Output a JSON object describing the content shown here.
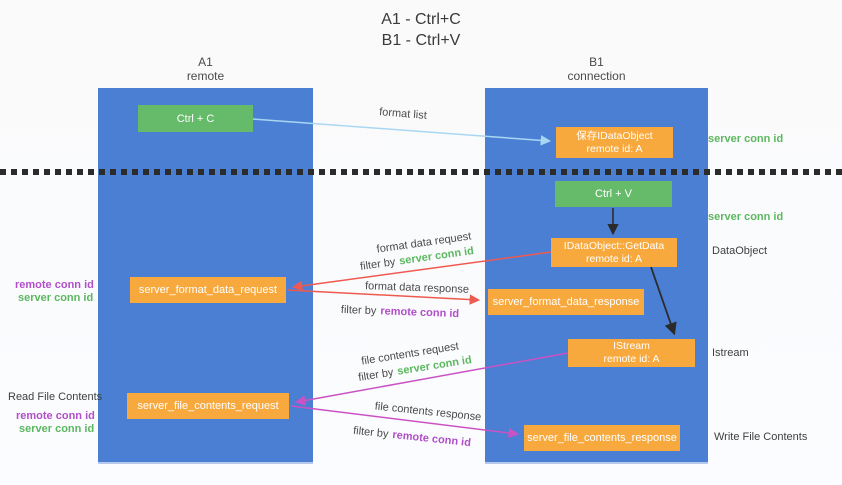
{
  "title": {
    "line1": "A1 - Ctrl+C",
    "line2": "B1 - Ctrl+V"
  },
  "columns": {
    "left": {
      "title": "A1",
      "subtitle": "remote"
    },
    "right": {
      "title": "B1",
      "subtitle": "connection"
    }
  },
  "nodes": {
    "ctrl_c": {
      "label": "Ctrl + C"
    },
    "ctrl_v": {
      "label": "Ctrl + V"
    },
    "save_idataobject": {
      "line1": "保存IDataObject",
      "line2": "remote id: A"
    },
    "getdata": {
      "line1": "IDataObject::GetData",
      "line2": "remote id: A"
    },
    "istream": {
      "line1": "IStream",
      "line2": "remote id: A"
    },
    "format_request": {
      "label": "server_format_data_request"
    },
    "format_response": {
      "label": "server_format_data_response"
    },
    "file_request": {
      "label": "server_file_contents_request"
    },
    "file_response": {
      "label": "server_file_contents_response"
    }
  },
  "arrow_labels": {
    "format_list": "format list",
    "format_data_request": "format data request",
    "format_data_response": "format data response",
    "file_contents_request": "file contents request",
    "file_contents_response": "file contents response",
    "filter_by": "filter by"
  },
  "side_labels": {
    "server_conn_id": "server conn id",
    "remote_conn_id": "remote conn id",
    "dataobject": "DataObject",
    "istream": "Istream",
    "read_file_contents": "Read File Contents",
    "write_file_contents": "Write File Contents"
  },
  "colors": {
    "column_blue": "#4a7fd4",
    "box_green": "#66bb6a",
    "box_orange": "#f8a93e",
    "arrow_red": "#ee5a50",
    "arrow_magenta": "#cb52c4",
    "arrow_lightblue": "#a9d7f2",
    "arrow_black": "#2b2b2b",
    "text_green": "#5cb860",
    "text_purple": "#b14fc9"
  }
}
